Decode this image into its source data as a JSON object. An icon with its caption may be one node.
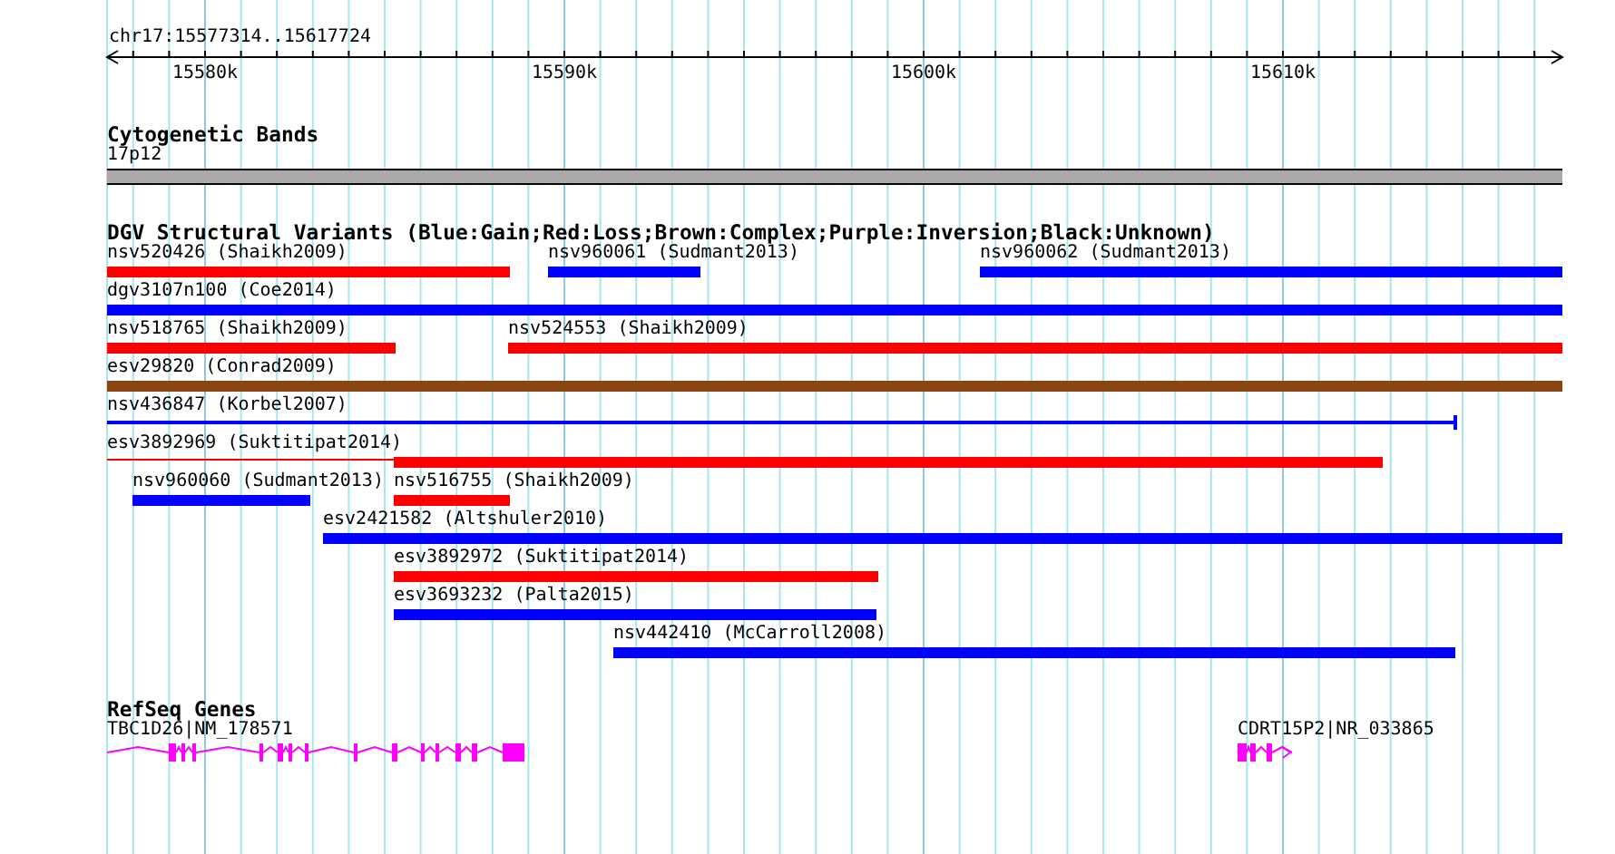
{
  "diagram": {
    "nodes": [
      {
        "text": [
          "17p12"
        ]
      },
      {
        "text": [
          "nsv520426 (Shaikh2009)"
        ]
      },
      {
        "text": [
          "nsv960061 (Sudmant2013)"
        ]
      },
      {
        "text": [
          "nsv960062 (Sudmant2013)"
        ]
      },
      {
        "text": [
          "dgv3107n100 (Coe2014)"
        ]
      },
      {
        "text": [
          "nsv518765 (Shaikh2009)"
        ]
      },
      {
        "text": [
          "nsv524553 (Shaikh2009)"
        ]
      },
      {
        "text": [
          "esv29820 (Conrad2009)"
        ]
      },
      {
        "text": [
          "nsv436847 (Korbel2007)"
        ]
      },
      {
        "text": [
          "esv3892969 (Suktitipat2014)"
        ]
      },
      {
        "text": [
          "nsv960060 (Sudmant2013)"
        ]
      },
      {
        "text": [
          "nsv516755 (Shaikh2009)"
        ]
      },
      {
        "text": [
          "esv2421582 (Altshuler2010)"
        ]
      },
      {
        "text": [
          "esv3892972 (Suktitipat2014)"
        ]
      },
      {
        "text": [
          "esv3693232 (Palta2015)"
        ]
      },
      {
        "text": [
          "nsv442410 (McCarroll2008)"
        ]
      },
      {
        "text": [
          "TBC1D26|NM_178571"
        ]
      },
      {
        "text": [
          "CDRT15P2|NR_033865"
        ]
      }
    ],
    "labels": [
      "chr17:15577314..15617724",
      "15580k",
      "15590k",
      "15600k",
      "15610k",
      "Cytogenetic Bands",
      "DGV Structural Variants (Blue:Gain;Red:Loss;Brown:Complex;Purple:Inversion;Black:Unknown)",
      "RefSeq Genes"
    ]
  }
}
